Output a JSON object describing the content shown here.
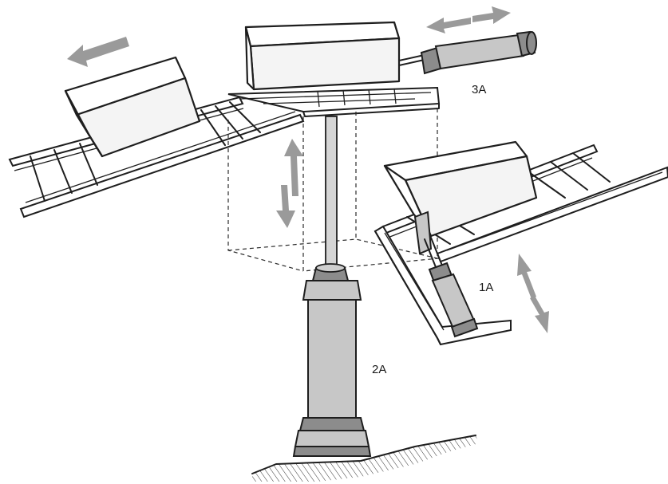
{
  "labels": {
    "cylinder_3": "3A",
    "cylinder_1": "1A",
    "cylinder_2": "2A"
  },
  "colors": {
    "ink": "#1e1e1e",
    "arrow": "#9a9a9a",
    "cylinder_body": "#c7c7c7",
    "background": "#ffffff"
  }
}
